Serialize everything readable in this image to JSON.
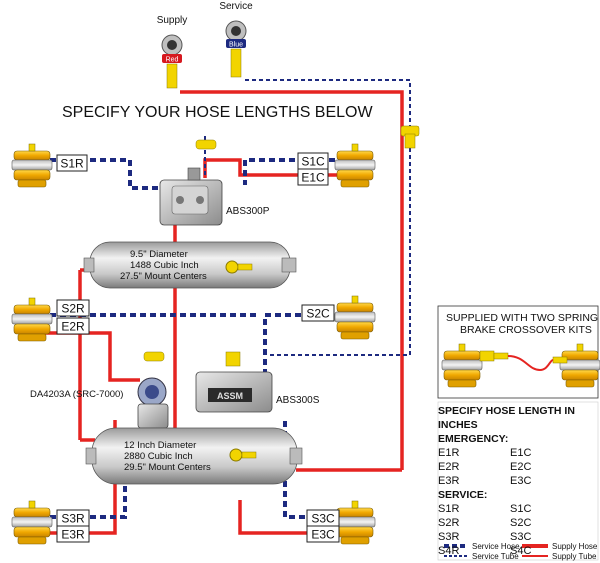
{
  "header": {
    "title": "SPECIFY YOUR HOSE LENGTHS BELOW"
  },
  "gladhands": {
    "supply_label": "Supply",
    "supply_tag": "Red",
    "service_label": "Service",
    "service_tag": "Blue"
  },
  "valves": {
    "abs_top": "ABS300P",
    "abs_bottom": "ABS300S",
    "relay": "DA4203A  (SRC-7000)"
  },
  "tanks": {
    "top": {
      "line1": "9.5\" Diameter",
      "line2": "1488 Cubic Inch",
      "line3": "27.5\" Mount Centers"
    },
    "bottom": {
      "line1": "12 Inch Diameter",
      "line2": "2880 Cubic Inch",
      "line3": "29.5\" Mount Centers"
    }
  },
  "hose_labels": {
    "s1r": "S1R",
    "s1c": "S1C",
    "e1c": "E1C",
    "s2r": "S2R",
    "e2r": "E2R",
    "s2c": "S2C",
    "s3r": "S3R",
    "e3r": "E3R",
    "s3c": "S3C",
    "e3c": "E3C"
  },
  "kit_panel": {
    "line1": "SUPPLIED WITH TWO  SPRING",
    "line2": "BRAKE CROSSOVER KITS"
  },
  "spec_table": {
    "title": "SPECIFY HOSE LENGTH IN INCHES",
    "emergency_heading": "EMERGENCY:",
    "emergency": [
      [
        "E1R",
        "E1C"
      ],
      [
        "E2R",
        "E2C"
      ],
      [
        "E3R",
        "E3C"
      ]
    ],
    "service_heading": "SERVICE:",
    "service": [
      [
        "S1R",
        "S1C"
      ],
      [
        "S2R",
        "S2C"
      ],
      [
        "S3R",
        "S3C"
      ],
      [
        "S4R",
        "S4C"
      ]
    ]
  },
  "legend": {
    "service_hose": "Service Hose",
    "service_tube": "Service Tube",
    "supply_hose": "Supply Hose",
    "supply_tube": "Supply Tube"
  },
  "colors": {
    "supply": "#e52421",
    "service": "#1d2a80",
    "fitting": "#f2d400",
    "chamber": "#f5b800"
  }
}
